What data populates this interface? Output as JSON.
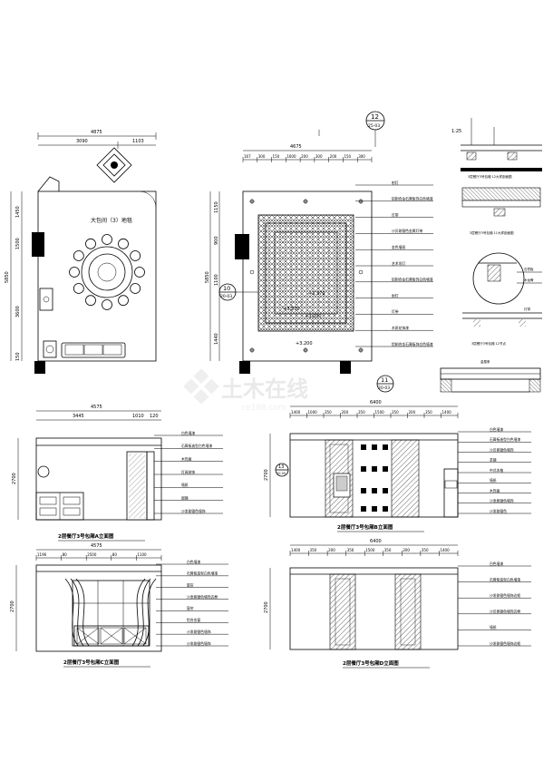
{
  "plan_a": {
    "dim_total": "4875",
    "dim_left": "3090",
    "dim_right": "1103",
    "room_label": "大包间（3）地毯",
    "dims_vertical": [
      "1450",
      "1500",
      "3600",
      "150"
    ],
    "dim_vertical_total": "5850"
  },
  "plan_b": {
    "dim_total": "4675",
    "dims_top": [
      "167",
      "300",
      "150",
      "1600",
      "200",
      "300",
      "200",
      "150",
      "300"
    ],
    "dims_vertical": [
      "1150",
      "900",
      "1100",
      "1440"
    ],
    "dim_vertical_total": "5850",
    "section_marker_top": {
      "num": "12",
      "sheet": "25-03"
    },
    "section_marker_left": {
      "num": "10",
      "sheet": "20-03"
    },
    "section_marker_bottom": {
      "num": "11",
      "sheet": "20-03"
    },
    "elevation_marks": [
      "+3.370",
      "+3.370",
      "+3.200",
      "+3.200"
    ],
    "callouts": [
      "射灯",
      "铝制合金石膏板饰白色墙漆",
      "灯带",
      "沙贝刚银色金属灯带",
      "金色墙纸",
      "艺术吊灯",
      "铝制合金石膏板饰白色墙漆",
      "射灯",
      "灯带",
      "木质花饰漆",
      "铝制合金石膏板饰白色墙漆"
    ]
  },
  "details": {
    "top_label": "1:25",
    "detail1_title": "3层餐厅3号包厢 12大样剖面图",
    "detail2_title": "3层餐厅3号包厢 11大样剖面图",
    "detail3_title": "3层餐厅3号包厢 12节点",
    "detail_labels": [
      "石膏板",
      "木龙骨",
      "灯带",
      "金属条"
    ]
  },
  "elev_a": {
    "dim_total": "4575",
    "dim_left": "3445",
    "dim_mid": "1010",
    "dim_right": "120",
    "dim_height": "2700",
    "title": "2层餐厅3号包厢A立面图",
    "callouts": [
      "白色墙漆",
      "石膏板造型白色墙漆",
      "木饰面",
      "灯具装饰",
      "墙纸",
      "银镜",
      "沙发刚银色墙饰"
    ]
  },
  "elev_b": {
    "dim_total": "6400",
    "dims_top": [
      "1400",
      "1000",
      "350",
      "200",
      "350",
      "1500",
      "350",
      "200",
      "350",
      "1400"
    ],
    "dim_height": "2700",
    "title": "2层餐厅3号包厢B立面图",
    "callouts": [
      "白色墙漆",
      "石膏板造型白色墙漆",
      "沙贝刚银色墙饰",
      "茶镜",
      "中式木格",
      "墙纸",
      "木饰面",
      "沙发刚银色墙饰",
      "沙发刚银色"
    ],
    "section_marker": {
      "num": "13",
      "sheet": "20-05"
    }
  },
  "elev_c": {
    "dim_total": "4575",
    "dims_top": [
      "1196",
      "80",
      "2500",
      "80",
      "1100"
    ],
    "dim_height": "2700",
    "title": "2层餐厅3号包厢C立面图",
    "callouts": [
      "白色墙漆",
      "石膏板造型白色墙漆",
      "窗帘",
      "沙发刚银色墙饰边框",
      "窗帘",
      "铝合金窗",
      "沙发刚银色墙饰",
      "沙发刚银色墙饰"
    ]
  },
  "elev_d": {
    "dim_total": "6400",
    "dims_top": [
      "1400",
      "350",
      "200",
      "350",
      "1500",
      "350",
      "200",
      "350",
      "1400"
    ],
    "dim_height": "2700",
    "title": "2层餐厅3号包厢D立面图",
    "callouts": [
      "白色墙漆",
      "石膏板造型白色墙漆",
      "沙发刚银色墙饰边框",
      "沙贝刚银色墙饰边框",
      "墙纸",
      "沙发刚银色墙饰边框"
    ]
  },
  "watermark": {
    "brand": "土木在线",
    "url": "co188.com"
  }
}
